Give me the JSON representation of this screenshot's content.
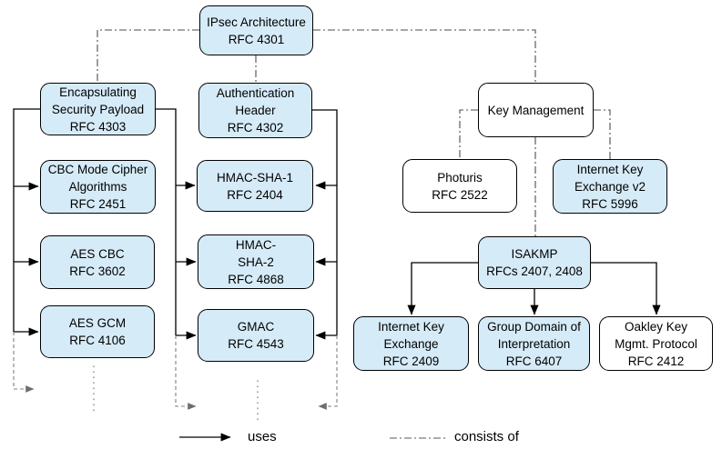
{
  "diagram": {
    "nodes": {
      "ipsec": {
        "label": "IPsec Architecture\nRFC 4301"
      },
      "esp": {
        "label": "Encapsulating\nSecurity Payload\nRFC 4303"
      },
      "cbc": {
        "label": "CBC Mode Cipher\nAlgorithms\nRFC 2451"
      },
      "aes_cbc": {
        "label": "AES CBC\nRFC 3602"
      },
      "aes_gcm": {
        "label": "AES GCM\nRFC 4106"
      },
      "ah": {
        "label": "Authentication\nHeader\nRFC 4302"
      },
      "hmac_sha1": {
        "label": "HMAC-SHA-1\nRFC 2404"
      },
      "hmac_sha2": {
        "label": "HMAC-\nSHA-2\nRFC 4868"
      },
      "gmac": {
        "label": "GMAC\nRFC 4543"
      },
      "key_mgmt": {
        "label": "Key Management"
      },
      "photuris": {
        "label": "Photuris\nRFC 2522"
      },
      "ikev2": {
        "label": "Internet Key\nExchange v2\nRFC 5996"
      },
      "isakmp": {
        "label": "ISAKMP\nRFCs 2407, 2408"
      },
      "ike": {
        "label": "Internet Key\nExchange\nRFC 2409"
      },
      "gdoi": {
        "label": "Group Domain of\nInterpretation\nRFC 6407"
      },
      "oakley": {
        "label": "Oakley Key\nMgmt. Protocol\nRFC 2412"
      }
    },
    "legend": {
      "uses": "uses",
      "consists_of": "consists of"
    },
    "colors": {
      "node_fill_blue": "#d6ebf8",
      "node_fill_white": "#ffffff",
      "node_border": "#000000",
      "uses_line": "#000000",
      "consists_of_line": "#4d4d4d",
      "continuation_arrow": "#808080",
      "ellipsis_dots": "#999999"
    }
  }
}
